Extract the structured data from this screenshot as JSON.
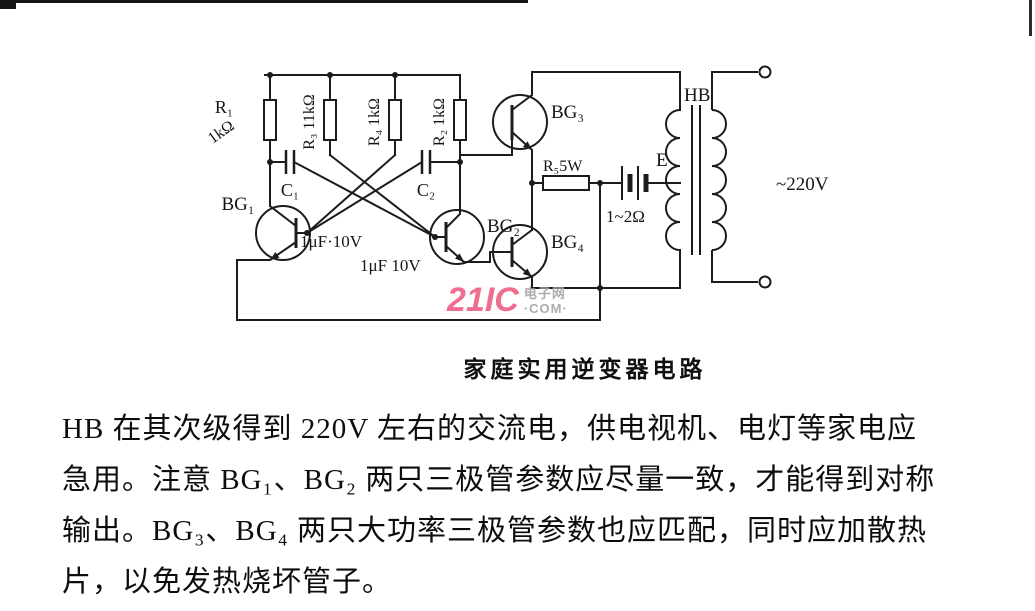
{
  "schematic": {
    "caption": "家庭实用逆变器电路",
    "labels": {
      "r1_name": "R₁",
      "r1_value": "1kΩ",
      "r3_label": "R₃ 11kΩ",
      "r4_label": "R₄ 1kΩ",
      "r2_label": "R₂ 1kΩ",
      "c1_name": "C₁",
      "c2_name": "C₂",
      "c1_value": "1μF·10V",
      "c2_value": "1μF 10V",
      "bg1": "BG₁",
      "bg2": "BG₂",
      "bg3": "BG₃",
      "bg4": "BG₄",
      "r5_name": "R₅5W",
      "r5_value": "1~2Ω",
      "battery": "E",
      "transformer": "HB",
      "output": "~220V"
    }
  },
  "watermark": {
    "brand": "21IC",
    "site": "电子网",
    "suffix": "·COM·",
    "brand_color": "#ee6186",
    "gray_color": "#a6a6a6"
  },
  "paragraph": {
    "lines": [
      "HB 在其次级得到 220V 左右的交流电，供电视机、电灯等家电应",
      "急用。注意 BG₁、BG₂ 两只三极管参数应尽量一致，才能得到对称",
      "输出。BG₃、BG₄ 两只大功率三极管参数也应匹配，同时应加散热",
      "片，以免发热烧坏管子。"
    ]
  }
}
